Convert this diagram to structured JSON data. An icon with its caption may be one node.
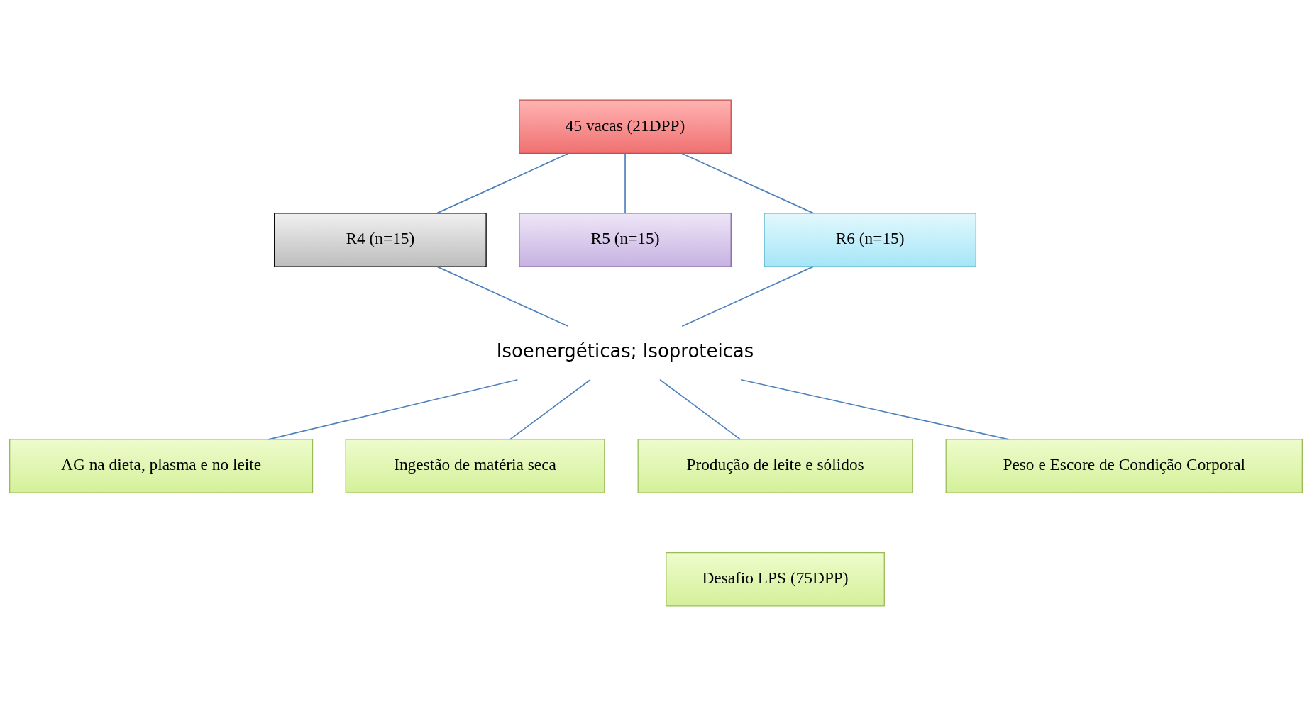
{
  "diagram": {
    "nodes": [
      {
        "text": [
          "45 vacas (21DPP)"
        ]
      },
      {
        "text": [
          "R4 (n=15)"
        ]
      },
      {
        "text": [
          "R5 (n=15)"
        ]
      },
      {
        "text": [
          "R6 (n=15)"
        ]
      },
      {
        "text": [
          "Isoenergéticas; Isoproteicas"
        ]
      },
      {
        "text": [
          "AG na dieta, plasma e no leite"
        ]
      },
      {
        "text": [
          "Ingestão de matéria seca"
        ]
      },
      {
        "text": [
          "Produção de leite e sólidos"
        ]
      },
      {
        "text": [
          "Peso e Escore de Condição Corporal"
        ]
      },
      {
        "text": [
          "Desafio LPS (75DPP)"
        ]
      }
    ],
    "edges": [
      {
        "from": 0,
        "to": 1,
        "arrow": "none"
      },
      {
        "from": 0,
        "to": 2,
        "arrow": "none"
      },
      {
        "from": 0,
        "to": 3,
        "arrow": "none"
      },
      {
        "from": 1,
        "to": 4,
        "arrow": "none"
      },
      {
        "from": 3,
        "to": 4,
        "arrow": "none"
      },
      {
        "from": 4,
        "to": 5,
        "arrow": "none"
      },
      {
        "from": 4,
        "to": 6,
        "arrow": "none"
      },
      {
        "from": 4,
        "to": 7,
        "arrow": "none"
      },
      {
        "from": 4,
        "to": 8,
        "arrow": "none"
      }
    ]
  }
}
